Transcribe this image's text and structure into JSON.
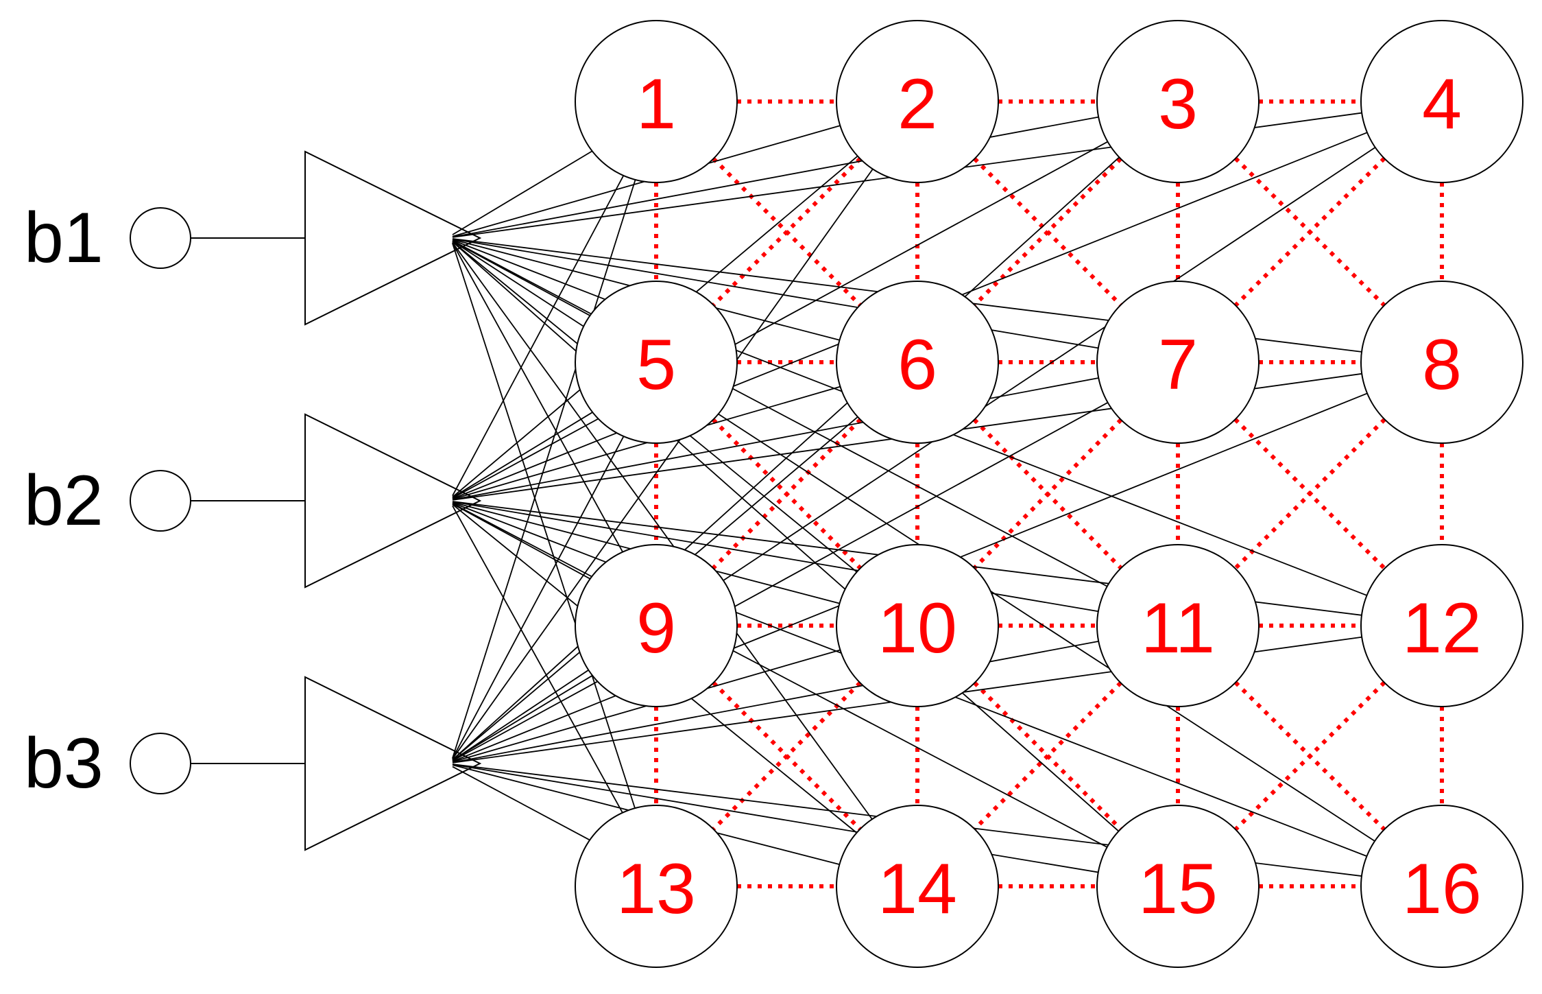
{
  "colors": {
    "node_label": "#ff0000",
    "lateral_link": "#ff0000",
    "feed_link": "#000000",
    "outline": "#000000",
    "background": "#ffffff"
  },
  "inputs": [
    {
      "id": "b1",
      "label": "b1"
    },
    {
      "id": "b2",
      "label": "b2"
    },
    {
      "id": "b3",
      "label": "b3"
    }
  ],
  "nodes": [
    {
      "id": 1,
      "label": "1"
    },
    {
      "id": 2,
      "label": "2"
    },
    {
      "id": 3,
      "label": "3"
    },
    {
      "id": 4,
      "label": "4"
    },
    {
      "id": 5,
      "label": "5"
    },
    {
      "id": 6,
      "label": "6"
    },
    {
      "id": 7,
      "label": "7"
    },
    {
      "id": 8,
      "label": "8"
    },
    {
      "id": 9,
      "label": "9"
    },
    {
      "id": 10,
      "label": "10"
    },
    {
      "id": 11,
      "label": "11"
    },
    {
      "id": 12,
      "label": "12"
    },
    {
      "id": 13,
      "label": "13"
    },
    {
      "id": 14,
      "label": "14"
    },
    {
      "id": 15,
      "label": "15"
    },
    {
      "id": 16,
      "label": "16"
    }
  ],
  "grid": {
    "rows": 4,
    "cols": 4
  },
  "lateral_links": "dotted red links between horizontally, vertically and diagonally adjacent nodes",
  "feed_links": "solid black links from each input amplifier to every node"
}
